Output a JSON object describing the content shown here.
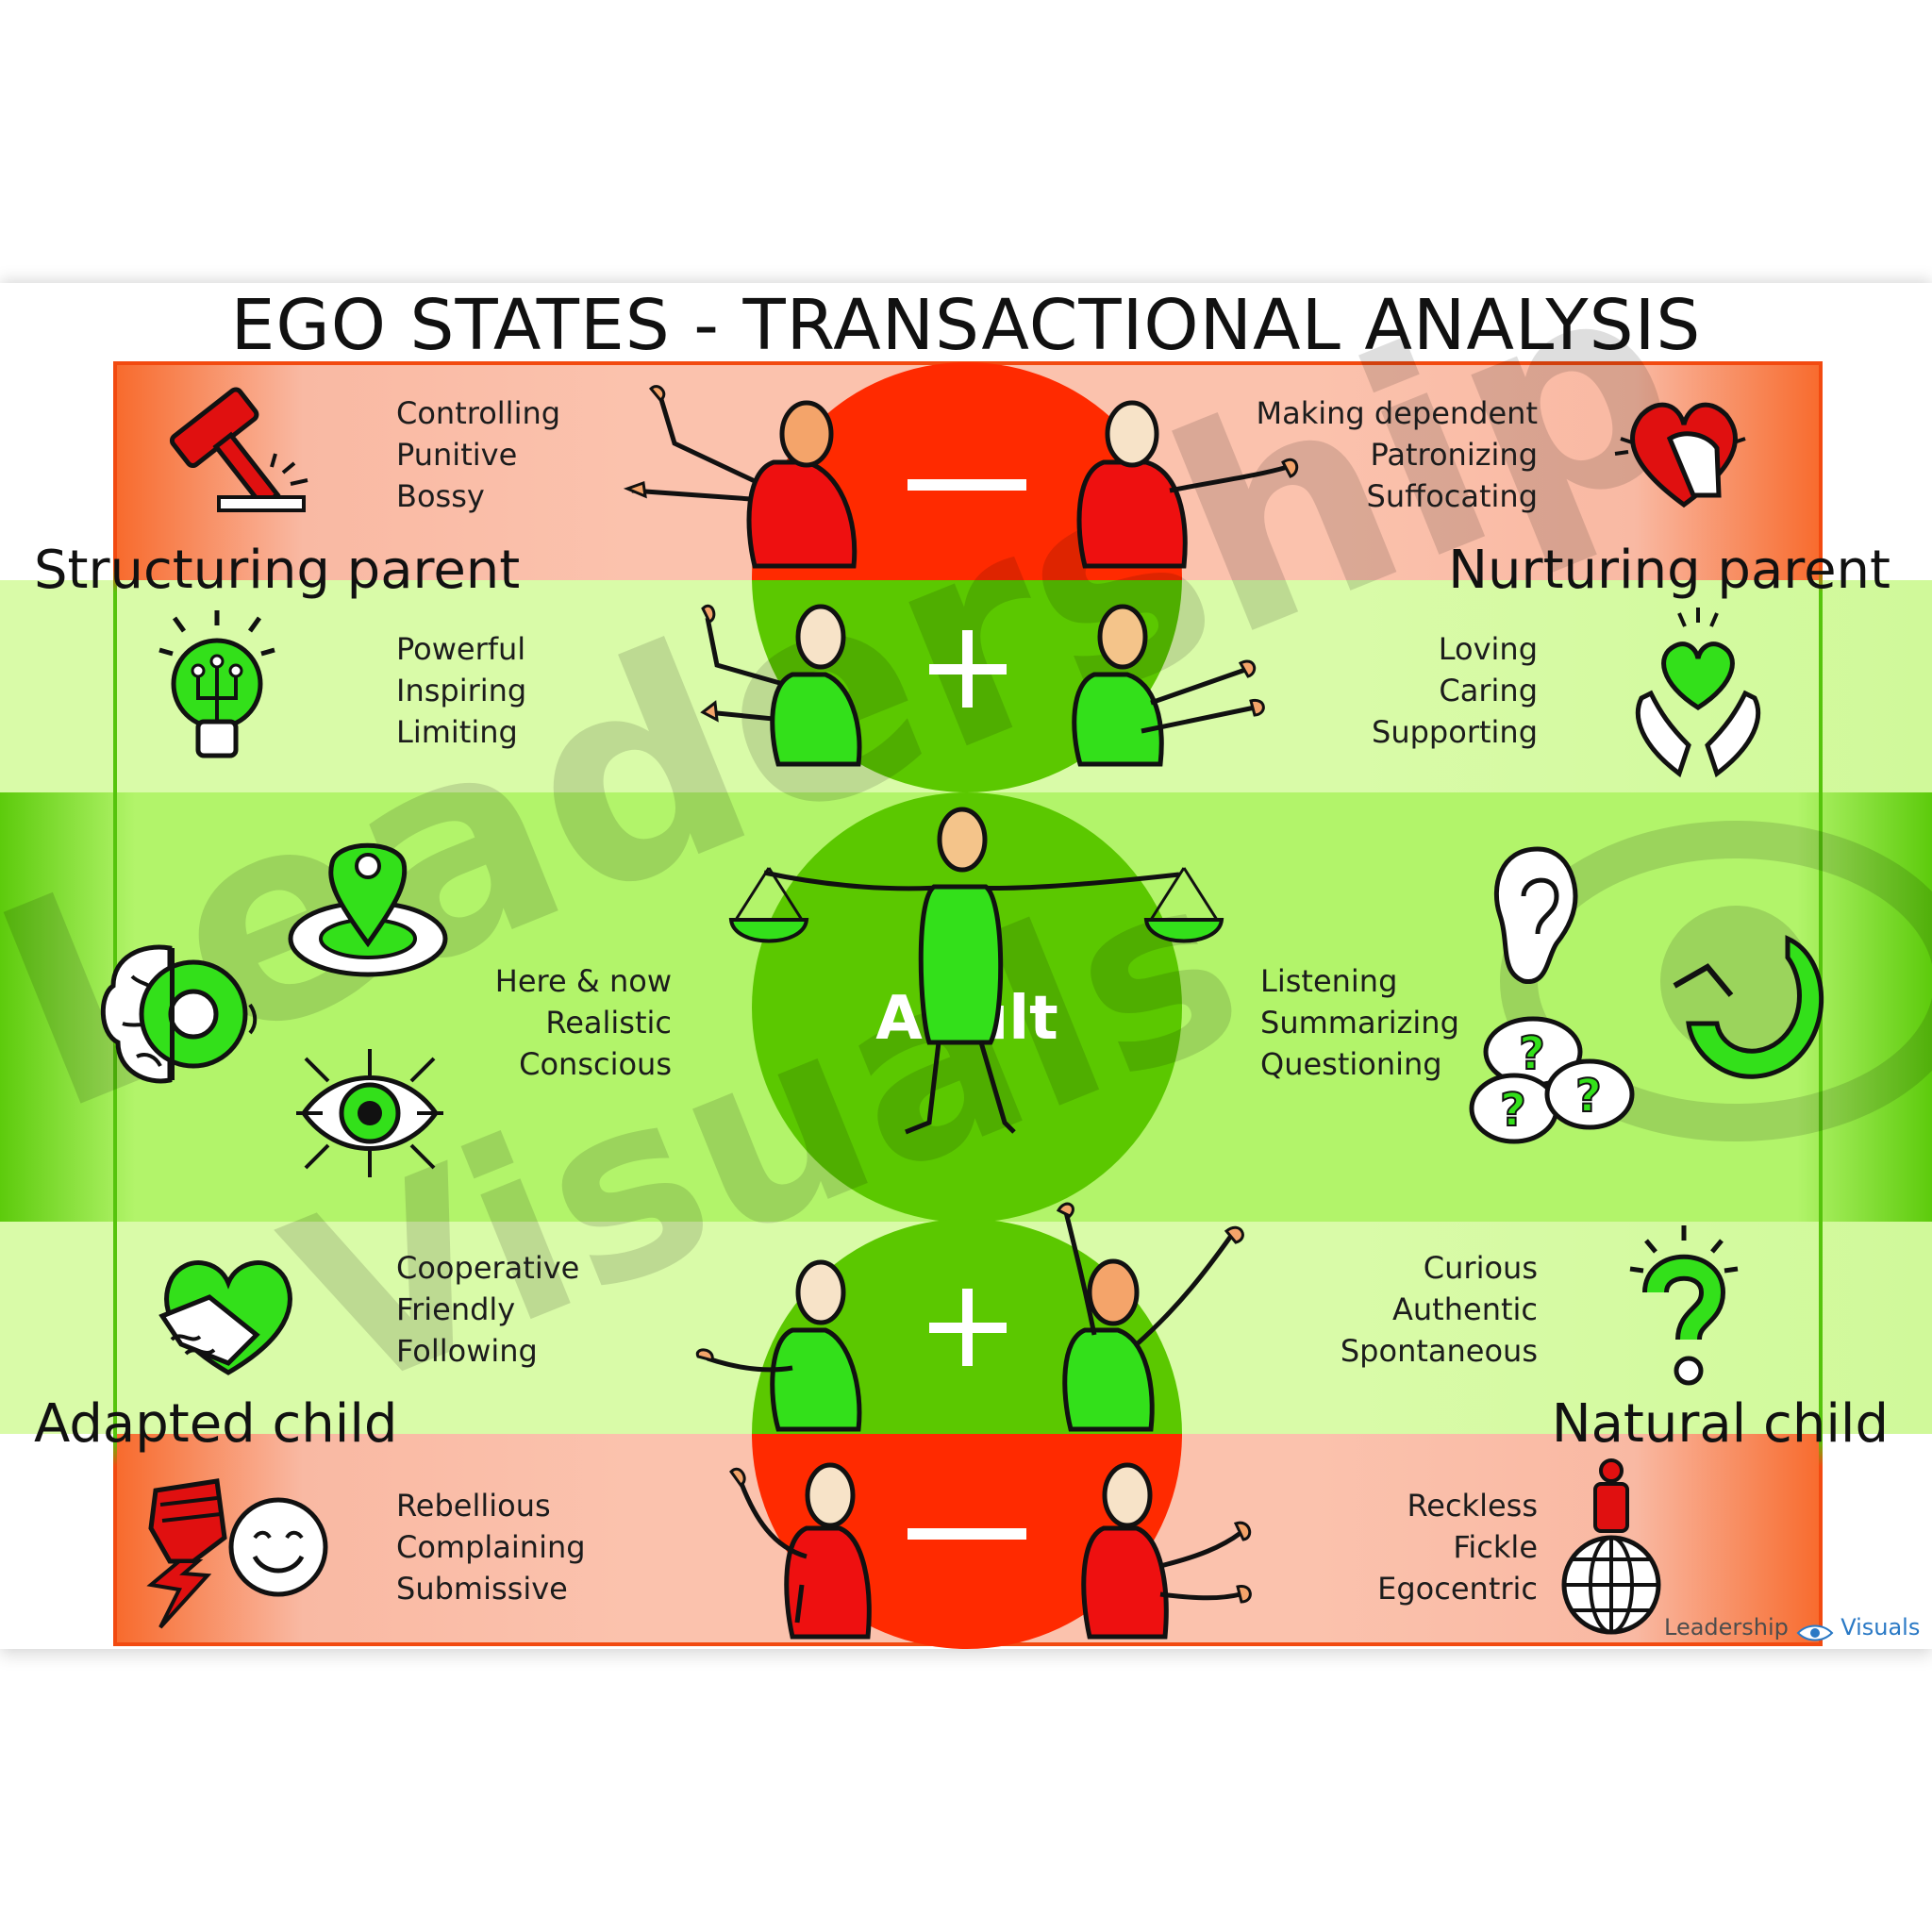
{
  "title": "EGO STATES - TRANSACTIONAL ANALYSIS",
  "colors": {
    "negative": "#ff2a00",
    "positive": "#5bc800",
    "negative_band": "#fbc2ad",
    "positive_band": "#d9fba8",
    "adult_band": "#b2f46a",
    "figure_green": "#33e01a",
    "figure_red": "#ee1010"
  },
  "signs": {
    "negative": "—",
    "positive": "+"
  },
  "structuring_parent": {
    "label": "Structuring parent",
    "negative_traits": [
      "Controlling",
      "Punitive",
      "Bossy"
    ],
    "positive_traits": [
      "Powerful",
      "Inspiring",
      "Limiting"
    ],
    "icons": [
      "gavel-icon",
      "lightbulb-icon"
    ]
  },
  "nurturing_parent": {
    "label": "Nurturing parent",
    "negative_traits": [
      "Making dependent",
      "Patronizing",
      "Suffocating"
    ],
    "positive_traits": [
      "Loving",
      "Caring",
      "Supporting"
    ],
    "icons": [
      "heart-hand-icon",
      "hands-heart-icon"
    ]
  },
  "adult": {
    "label": "Adult",
    "left_traits": [
      "Here & now",
      "Realistic",
      "Conscious"
    ],
    "right_traits": [
      "Listening",
      "Summarizing",
      "Questioning"
    ],
    "icons": [
      "brain-gear-icon",
      "location-pin-icon",
      "eye-target-icon",
      "ear-icon",
      "question-bubbles-icon",
      "refresh-arrow-icon",
      "balance-scale-icon"
    ]
  },
  "adapted_child": {
    "label": "Adapted child",
    "positive_traits": [
      "Cooperative",
      "Friendly",
      "Following"
    ],
    "negative_traits": [
      "Rebellious",
      "Complaining",
      "Submissive"
    ],
    "icons": [
      "handshake-heart-icon",
      "fist-icon",
      "smiley-icon"
    ]
  },
  "natural_child": {
    "label": "Natural child",
    "positive_traits": [
      "Curious",
      "Authentic",
      "Spontaneous"
    ],
    "negative_traits": [
      "Reckless",
      "Fickle",
      "Egocentric"
    ],
    "icons": [
      "question-bulb-icon",
      "person-globe-icon"
    ]
  },
  "watermark": [
    "Leadership",
    "Visuals"
  ],
  "brand": {
    "part1": "Leadership",
    "part2": "Visuals"
  }
}
